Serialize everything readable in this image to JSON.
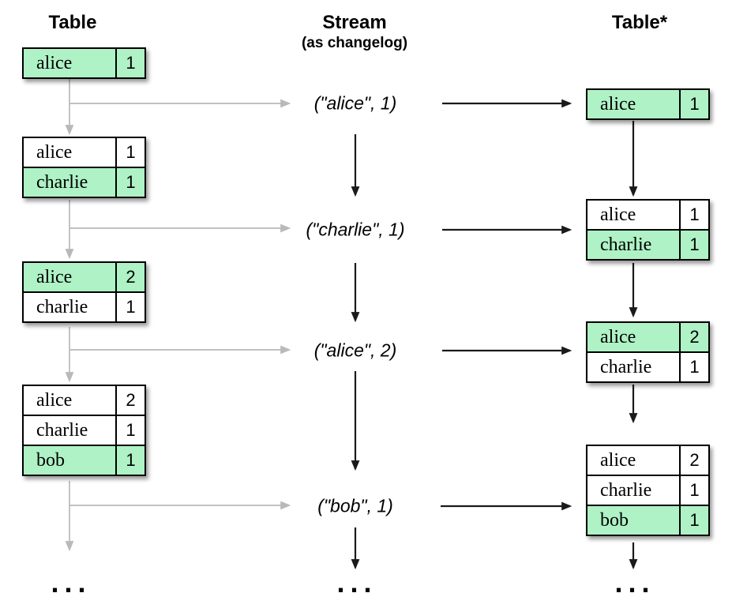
{
  "headers": {
    "left": "Table",
    "stream": "Stream",
    "stream_subtitle": "(as changelog)",
    "right": "Table*"
  },
  "stream_events": [
    "(\"alice\", 1)",
    "(\"charlie\", 1)",
    "(\"alice\", 2)",
    "(\"bob\", 1)"
  ],
  "left_tables": [
    {
      "rows": [
        {
          "key": "alice",
          "value": "1",
          "highlight": true
        }
      ]
    },
    {
      "rows": [
        {
          "key": "alice",
          "value": "1",
          "highlight": false
        },
        {
          "key": "charlie",
          "value": "1",
          "highlight": true
        }
      ]
    },
    {
      "rows": [
        {
          "key": "alice",
          "value": "2",
          "highlight": true
        },
        {
          "key": "charlie",
          "value": "1",
          "highlight": false
        }
      ]
    },
    {
      "rows": [
        {
          "key": "alice",
          "value": "2",
          "highlight": false
        },
        {
          "key": "charlie",
          "value": "1",
          "highlight": false
        },
        {
          "key": "bob",
          "value": "1",
          "highlight": true
        }
      ]
    }
  ],
  "right_tables": [
    {
      "rows": [
        {
          "key": "alice",
          "value": "1",
          "highlight": true
        }
      ]
    },
    {
      "rows": [
        {
          "key": "alice",
          "value": "1",
          "highlight": false
        },
        {
          "key": "charlie",
          "value": "1",
          "highlight": true
        }
      ]
    },
    {
      "rows": [
        {
          "key": "alice",
          "value": "2",
          "highlight": true
        },
        {
          "key": "charlie",
          "value": "1",
          "highlight": false
        }
      ]
    },
    {
      "rows": [
        {
          "key": "alice",
          "value": "2",
          "highlight": false
        },
        {
          "key": "charlie",
          "value": "1",
          "highlight": false
        },
        {
          "key": "bob",
          "value": "1",
          "highlight": true
        }
      ]
    }
  ],
  "ellipsis": "...",
  "colors": {
    "highlight": "#aef2c5",
    "gray_arrow": "#b9b9b9",
    "black_arrow": "#1a1a1a"
  }
}
